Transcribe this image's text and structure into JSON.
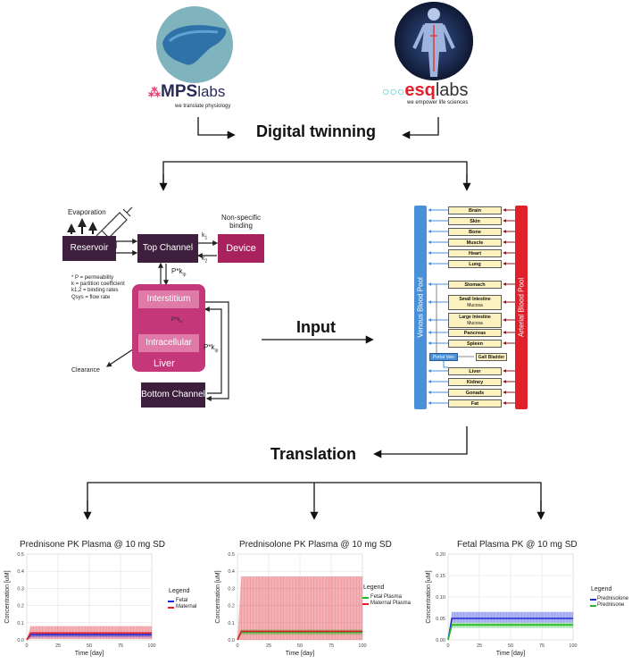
{
  "logos": {
    "mps": {
      "name_prefix": "MPS",
      "name_suffix": "labs",
      "tagline": "we translate physiology"
    },
    "esq": {
      "name_prefix": "esq",
      "name_suffix": "labs",
      "tagline": "we empower life sciences"
    }
  },
  "headings": {
    "digital_twinning": "Digital twinning",
    "input": "Input",
    "translation": "Translation"
  },
  "chip": {
    "evaporation": "Evaporation",
    "non_specific": "Non-specific binding",
    "reservoir": "Reservoir",
    "top_channel": "Top Channel",
    "device": "Device",
    "k1": "k",
    "k1_sub": "1",
    "k2": "k",
    "k2_sub": "2",
    "pkip": "P*k",
    "pkip_sub": "ip",
    "notes": [
      "* P = permeability",
      "k = partition coefficient",
      "k1,2 = binding rates",
      "Qsys = flow rate"
    ],
    "interstitium": "Interstitium",
    "intracellular": "Intracellular",
    "liver": "Liver",
    "pkin": "P*k",
    "pkin_sub": "in",
    "pkip2": "P*k",
    "pkip2_sub": "ip",
    "clearance": "Clearance",
    "bottom_channel": "Bottom Channel"
  },
  "pbpk": {
    "venous": "Venous Blood Pool",
    "arterial": "Arterial Blood Pool",
    "organs_top": [
      "Brain",
      "Skin",
      "Bone",
      "Muscle",
      "Heart",
      "Lung"
    ],
    "stomach": "Stomach",
    "small_intestine": {
      "name": "Small Intestine",
      "sub": "Mucosa"
    },
    "large_intestine": {
      "name": "Large Intestine",
      "sub": "Mucosa"
    },
    "organs_mid": [
      "Pancreas",
      "Spleen"
    ],
    "portal_vein": "Portal Vein",
    "gall_bladder": "Gall Bladder",
    "organs_bottom": [
      "Liver",
      "Kidney",
      "Gonads",
      "Fat"
    ]
  },
  "colors": {
    "chip_dark": "#3d1f3d",
    "chip_pink": "#a8235e",
    "liver_pink": "#c4387a",
    "venous": "#4a90d9",
    "arterial": "#e0202a"
  },
  "chart_data": [
    {
      "type": "area",
      "title": "Prednisone PK Plasma @ 10 mg SD",
      "xlabel": "Time [day]",
      "ylabel": "Concentration [uM]",
      "xlim": [
        0,
        100
      ],
      "ylim": [
        0,
        0.5
      ],
      "xticks": [
        "0",
        "25",
        "50",
        "75",
        "100"
      ],
      "yticks": [
        "0.0",
        "0.1",
        "0.2",
        "0.3",
        "0.4",
        "0.5"
      ],
      "grid": true,
      "legend_title": "Legend",
      "legend_position": "right",
      "series": [
        {
          "name": "Fetal",
          "color": "#1f2bd6",
          "mean": 0.03,
          "band": [
            0.015,
            0.045
          ]
        },
        {
          "name": "Maternal",
          "color": "#e0202a",
          "mean": 0.04,
          "band": [
            0.005,
            0.08
          ]
        }
      ]
    },
    {
      "type": "area",
      "title": "Prednisolone PK Plasma @ 10 mg SD",
      "xlabel": "Time [day]",
      "ylabel": "Concentration [uM]",
      "xlim": [
        0,
        100
      ],
      "ylim": [
        0,
        0.5
      ],
      "xticks": [
        "0",
        "25",
        "50",
        "75",
        "100"
      ],
      "yticks": [
        "0.0",
        "0.1",
        "0.2",
        "0.3",
        "0.4",
        "0.5"
      ],
      "grid": true,
      "legend_title": "Legend",
      "legend_position": "right",
      "series": [
        {
          "name": "Fetal Plasma",
          "color": "#22b822",
          "mean": 0.045,
          "band": [
            0.03,
            0.06
          ]
        },
        {
          "name": "Maternal Plasma",
          "color": "#e0202a",
          "mean": 0.05,
          "band": [
            0.0,
            0.37
          ]
        }
      ]
    },
    {
      "type": "area",
      "title": "Fetal Plasma PK @ 10 mg SD",
      "xlabel": "Time [day]",
      "ylabel": "Concentration [uM]",
      "xlim": [
        0,
        100
      ],
      "ylim": [
        0,
        0.2
      ],
      "xticks": [
        "0",
        "25",
        "50",
        "75",
        "100"
      ],
      "yticks": [
        "0.00",
        "0.05",
        "0.10",
        "0.15",
        "0.20"
      ],
      "grid": true,
      "legend_title": "Legend",
      "legend_position": "right",
      "series": [
        {
          "name": "Prednisolone",
          "color": "#1f2bd6",
          "mean": 0.05,
          "band": [
            0.04,
            0.065
          ]
        },
        {
          "name": "Prednisone",
          "color": "#22b822",
          "mean": 0.035,
          "band": [
            0.028,
            0.04
          ]
        }
      ]
    }
  ]
}
